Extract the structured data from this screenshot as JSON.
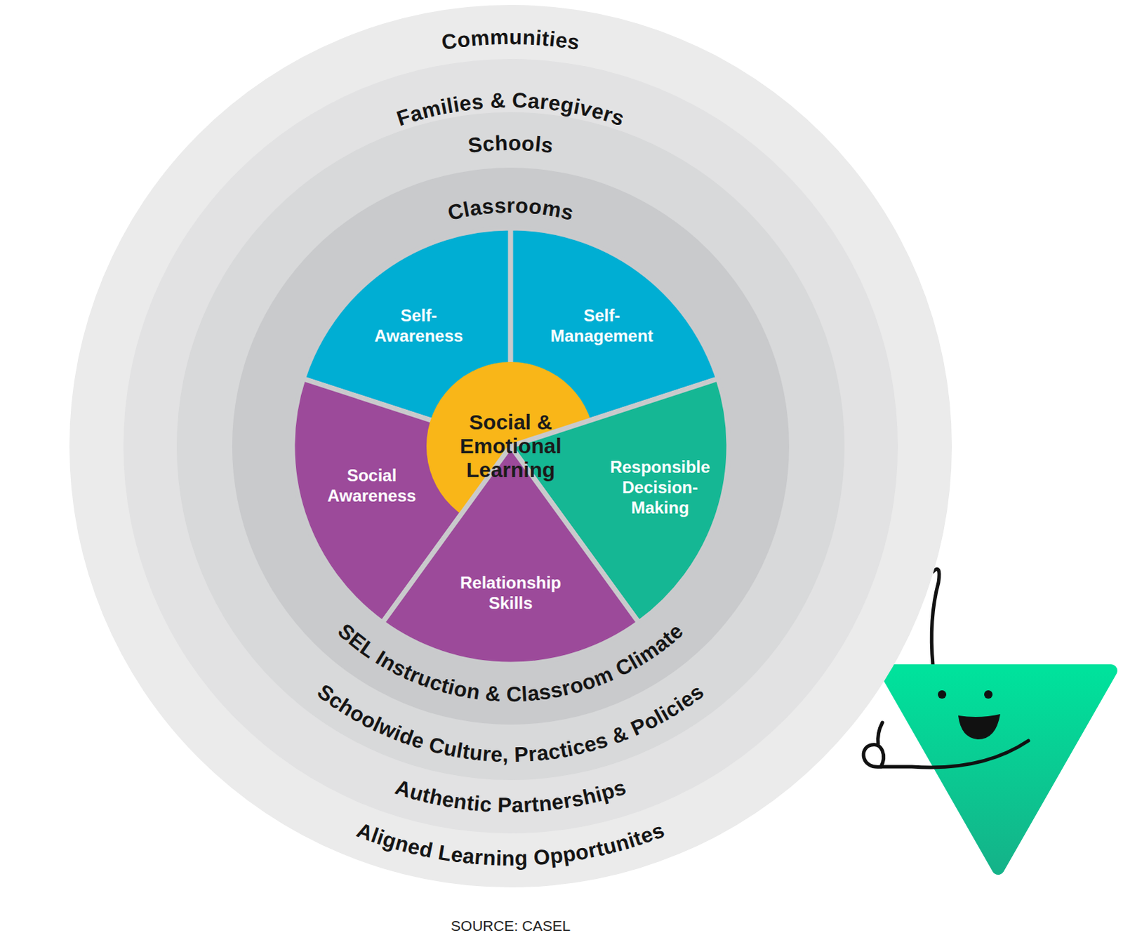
{
  "diagram": {
    "caption": "SOURCE: CASEL",
    "nodes": [
      {
        "text": [
          "Communities",
          "Aligned Learning Opportunites"
        ]
      },
      {
        "text": [
          "Families & Caregivers",
          "Authentic Partnerships"
        ],
        "in": 0
      },
      {
        "text": [
          "Schools",
          "Schoolwide Culture, Practices & Policies"
        ],
        "in": 1
      },
      {
        "text": [
          "Classrooms",
          "SEL Instruction & Classroom Climate"
        ],
        "in": 2
      },
      {
        "text": [
          "Self-Awareness"
        ],
        "in": 3
      },
      {
        "text": [
          "Self-Management"
        ],
        "in": 3
      },
      {
        "text": [
          "Social Awareness"
        ],
        "in": 3
      },
      {
        "text": [
          "Social & Emotional Learning"
        ],
        "in": 3
      },
      {
        "text": [
          "Responsible Decision-Making"
        ],
        "in": 3
      },
      {
        "text": [
          "Relationship Skills"
        ],
        "in": 3
      }
    ]
  }
}
